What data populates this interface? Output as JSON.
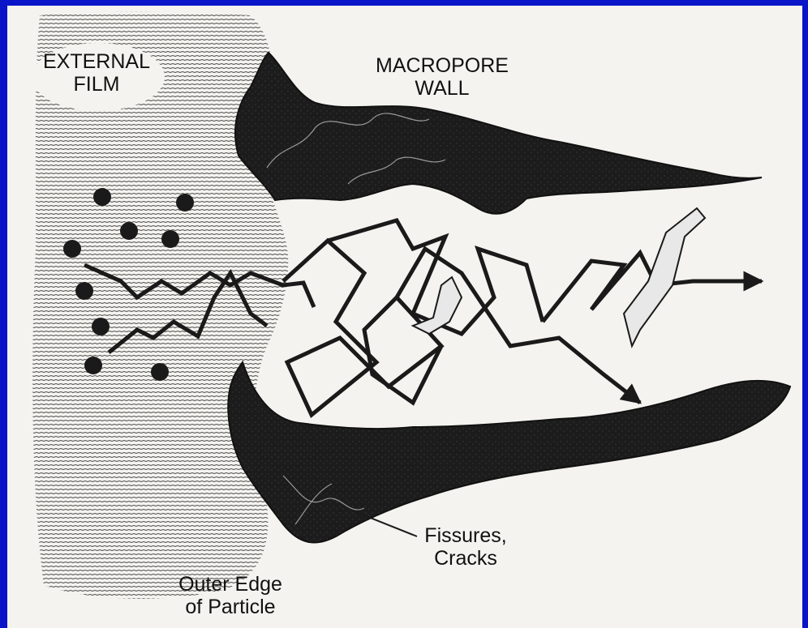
{
  "labels": {
    "external_film": [
      "EXTERNAL",
      "FILM"
    ],
    "macropore_wall": [
      "MACROPORE",
      "WALL"
    ],
    "fissures_cracks": [
      "Fissures,",
      "Cracks"
    ],
    "outer_edge": [
      "Outer Edge",
      "of Particle"
    ]
  },
  "colors": {
    "background_frame": "#0a14c8",
    "paper": "#f4f3ef",
    "ink": "#111111"
  }
}
